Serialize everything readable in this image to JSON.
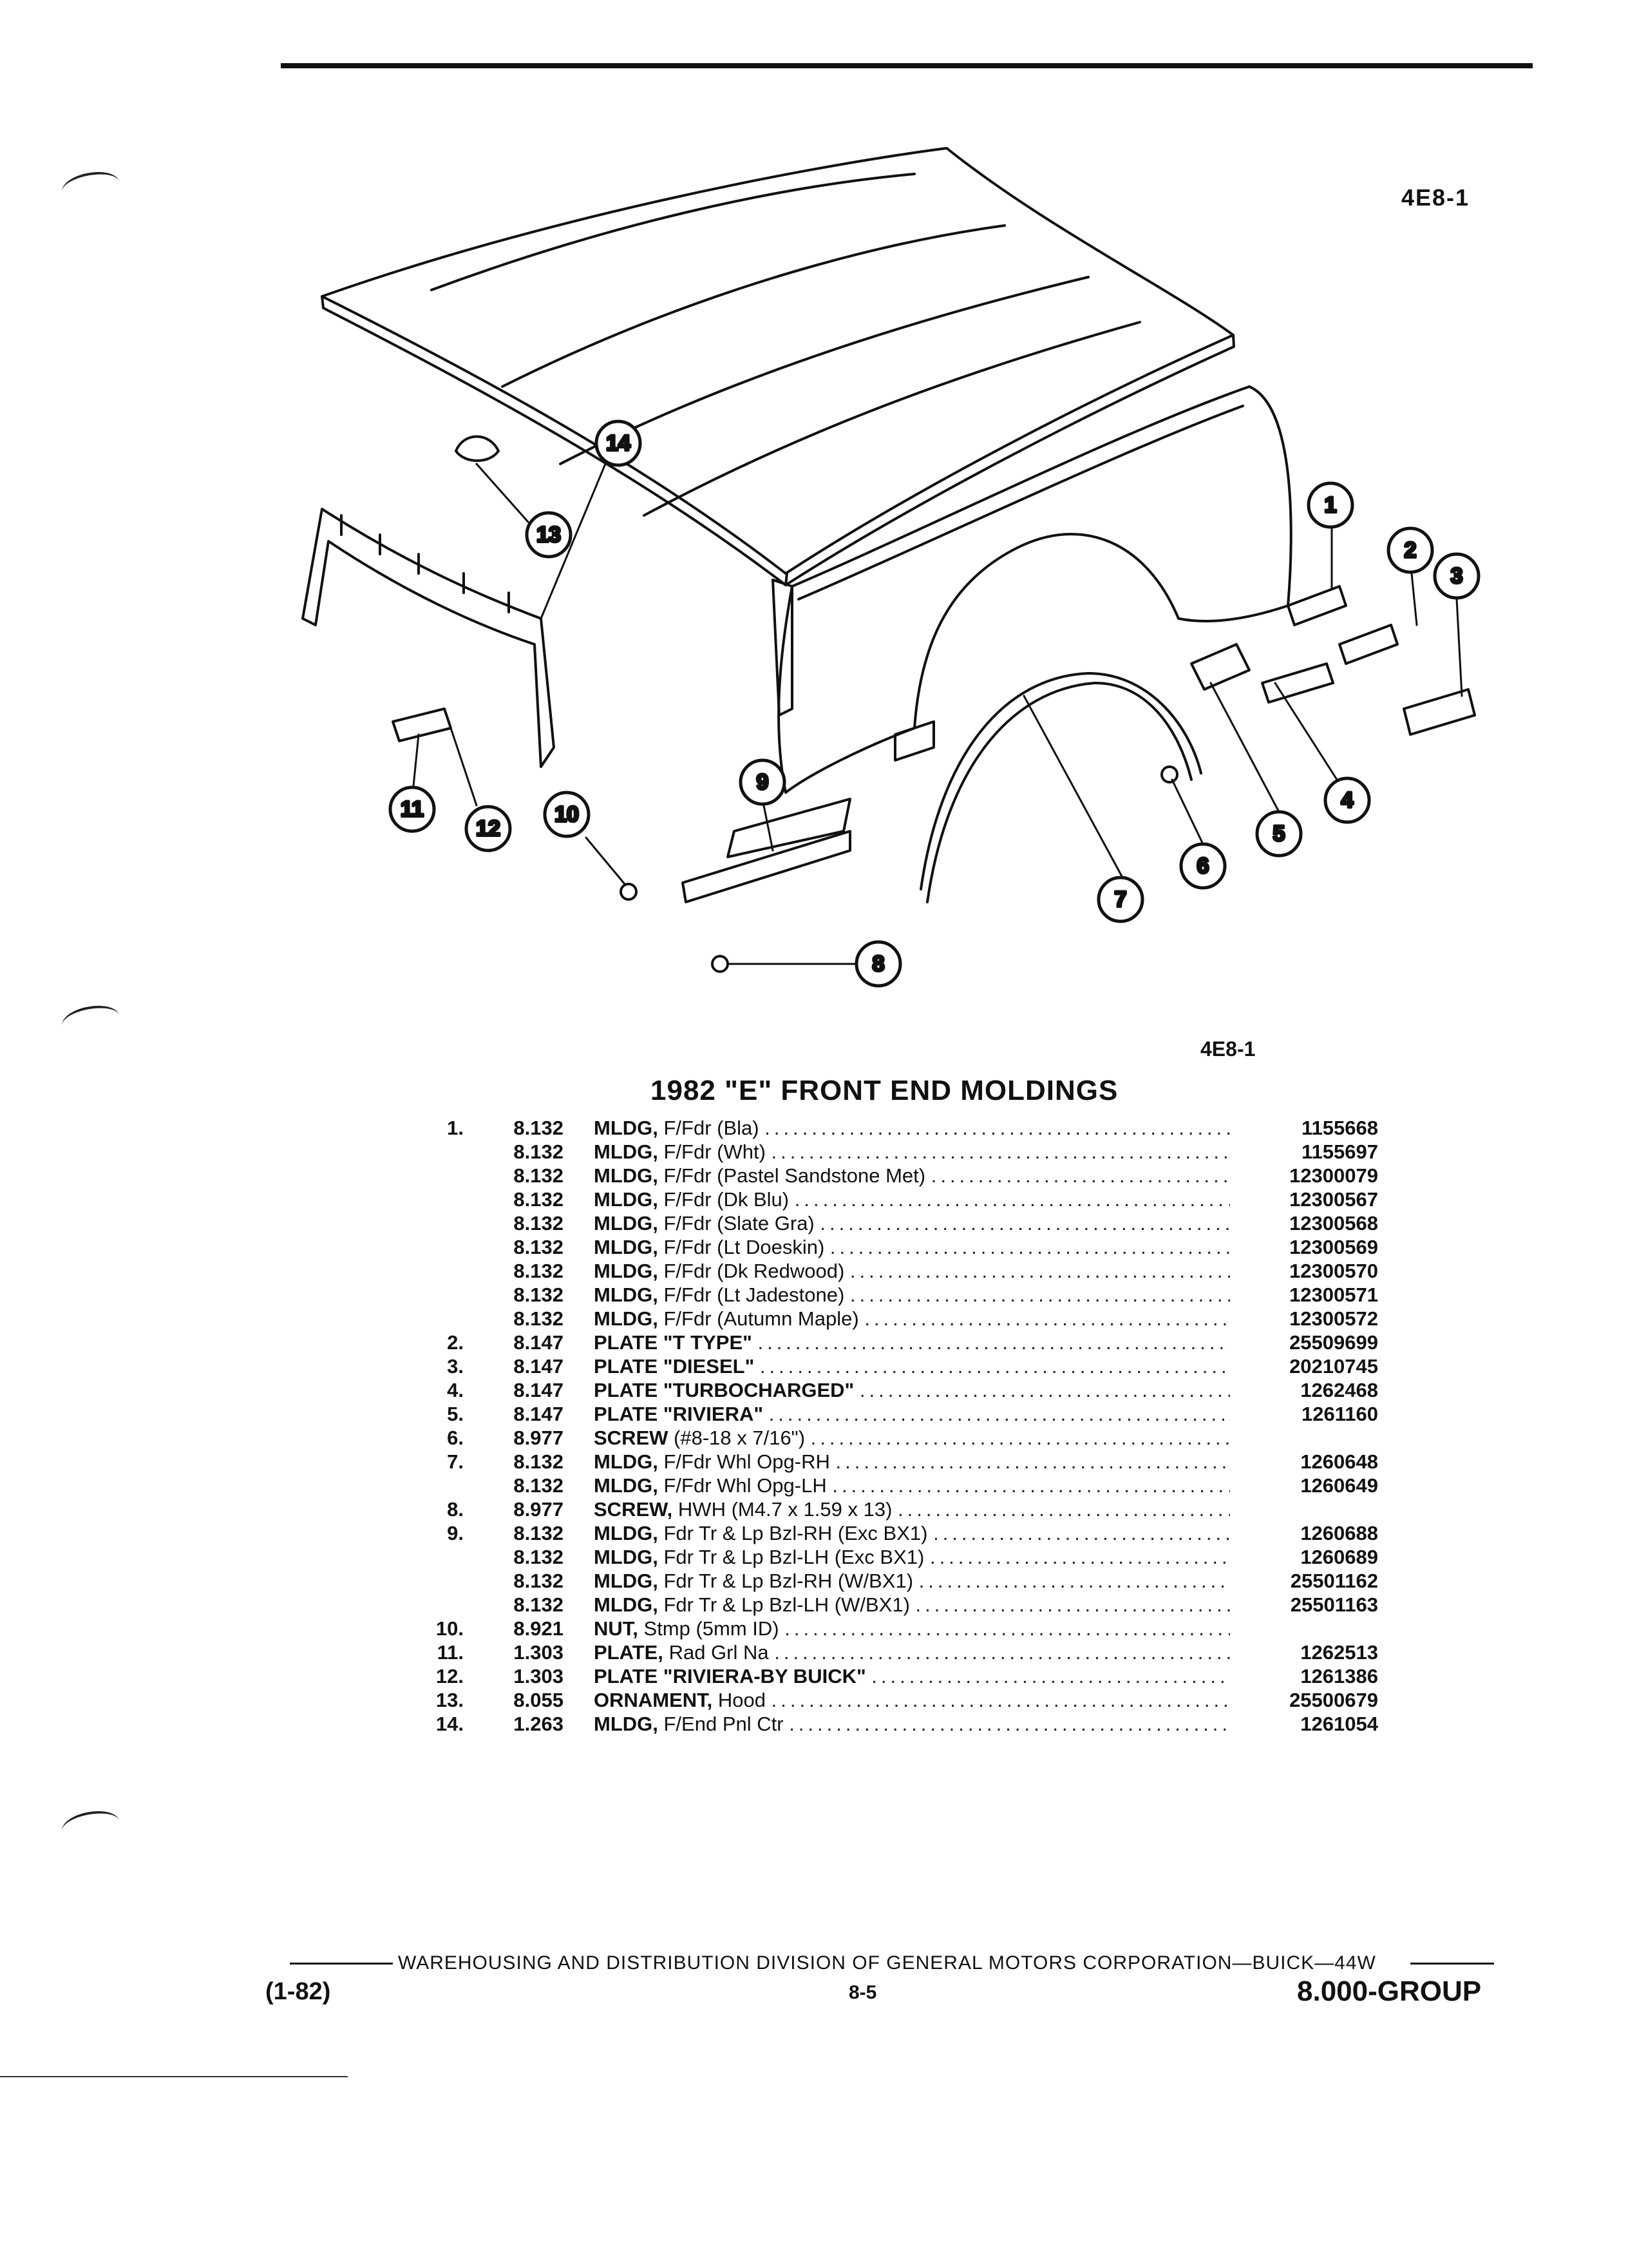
{
  "page": {
    "ref_top": "4E8-1",
    "ref_bottom": "4E8-1",
    "title": "1982 \"E\" FRONT END MOLDINGS"
  },
  "callouts": [
    "1",
    "2",
    "3",
    "4",
    "5",
    "6",
    "7",
    "8",
    "9",
    "10",
    "11",
    "12",
    "13",
    "14"
  ],
  "parts": [
    {
      "idx": "1.",
      "grp": "8.132",
      "name": "MLDG,",
      "desc": "F/Fdr (Bla)",
      "pn": "1155668"
    },
    {
      "idx": "",
      "grp": "8.132",
      "name": "MLDG,",
      "desc": "F/Fdr (Wht)",
      "pn": "1155697"
    },
    {
      "idx": "",
      "grp": "8.132",
      "name": "MLDG,",
      "desc": "F/Fdr (Pastel Sandstone Met)",
      "pn": "12300079"
    },
    {
      "idx": "",
      "grp": "8.132",
      "name": "MLDG,",
      "desc": "F/Fdr (Dk Blu)",
      "pn": "12300567"
    },
    {
      "idx": "",
      "grp": "8.132",
      "name": "MLDG,",
      "desc": "F/Fdr (Slate Gra)",
      "pn": "12300568"
    },
    {
      "idx": "",
      "grp": "8.132",
      "name": "MLDG,",
      "desc": "F/Fdr (Lt Doeskin)",
      "pn": "12300569"
    },
    {
      "idx": "",
      "grp": "8.132",
      "name": "MLDG,",
      "desc": "F/Fdr (Dk Redwood)",
      "pn": "12300570"
    },
    {
      "idx": "",
      "grp": "8.132",
      "name": "MLDG,",
      "desc": "F/Fdr (Lt Jadestone)",
      "pn": "12300571"
    },
    {
      "idx": "",
      "grp": "8.132",
      "name": "MLDG,",
      "desc": "F/Fdr (Autumn Maple)",
      "pn": "12300572"
    },
    {
      "idx": "2.",
      "grp": "8.147",
      "name": "PLATE \"T TYPE\"",
      "desc": "",
      "pn": "25509699"
    },
    {
      "idx": "3.",
      "grp": "8.147",
      "name": "PLATE \"DIESEL\"",
      "desc": "",
      "pn": "20210745"
    },
    {
      "idx": "4.",
      "grp": "8.147",
      "name": "PLATE \"TURBOCHARGED\"",
      "desc": "",
      "pn": "1262468"
    },
    {
      "idx": "5.",
      "grp": "8.147",
      "name": "PLATE \"RIVIERA\"",
      "desc": "",
      "pn": "1261160"
    },
    {
      "idx": "6.",
      "grp": "8.977",
      "name": "SCREW",
      "desc": "(#8-18 x 7/16\")",
      "pn": ""
    },
    {
      "idx": "7.",
      "grp": "8.132",
      "name": "MLDG,",
      "desc": "F/Fdr Whl Opg-RH",
      "pn": "1260648"
    },
    {
      "idx": "",
      "grp": "8.132",
      "name": "MLDG,",
      "desc": "F/Fdr Whl Opg-LH",
      "pn": "1260649"
    },
    {
      "idx": "8.",
      "grp": "8.977",
      "name": "SCREW,",
      "desc": "HWH (M4.7 x 1.59 x 13)",
      "pn": ""
    },
    {
      "idx": "9.",
      "grp": "8.132",
      "name": "MLDG,",
      "desc": "Fdr Tr & Lp Bzl-RH (Exc BX1)",
      "pn": "1260688"
    },
    {
      "idx": "",
      "grp": "8.132",
      "name": "MLDG,",
      "desc": "Fdr Tr & Lp Bzl-LH (Exc BX1)",
      "pn": "1260689"
    },
    {
      "idx": "",
      "grp": "8.132",
      "name": "MLDG,",
      "desc": "Fdr Tr & Lp Bzl-RH (W/BX1)",
      "pn": "25501162"
    },
    {
      "idx": "",
      "grp": "8.132",
      "name": "MLDG,",
      "desc": "Fdr Tr & Lp Bzl-LH (W/BX1)",
      "pn": "25501163"
    },
    {
      "idx": "10.",
      "grp": "8.921",
      "name": "NUT,",
      "desc": "Stmp (5mm ID)",
      "pn": ""
    },
    {
      "idx": "11.",
      "grp": "1.303",
      "name": "PLATE,",
      "desc": "Rad Grl Na",
      "pn": "1262513"
    },
    {
      "idx": "12.",
      "grp": "1.303",
      "name": "PLATE \"RIVIERA-BY BUICK\"",
      "desc": "",
      "pn": "1261386"
    },
    {
      "idx": "13.",
      "grp": "8.055",
      "name": "ORNAMENT,",
      "desc": "Hood",
      "pn": "25500679"
    },
    {
      "idx": "14.",
      "grp": "1.263",
      "name": "MLDG,",
      "desc": "F/End Pnl Ctr",
      "pn": "1261054"
    }
  ],
  "footer": {
    "text": "WAREHOUSING AND DISTRIBUTION DIVISION OF GENERAL MOTORS CORPORATION—BUICK—44W",
    "revision": "(1-82)",
    "page": "8-5",
    "group": "8.000-GROUP"
  }
}
